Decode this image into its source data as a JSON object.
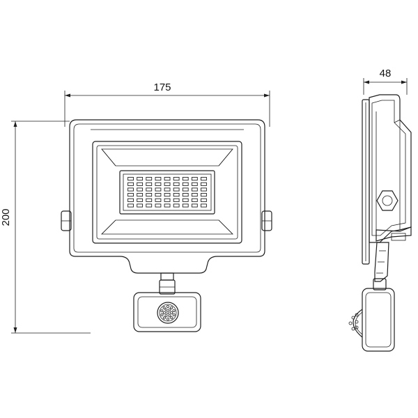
{
  "dimensions": {
    "width_label": "175",
    "height_label": "200",
    "depth_label": "48"
  },
  "led_grid": {
    "columns": 9,
    "rows": 6
  },
  "colors": {
    "line": "#1e1e1e",
    "background": "#ffffff"
  }
}
